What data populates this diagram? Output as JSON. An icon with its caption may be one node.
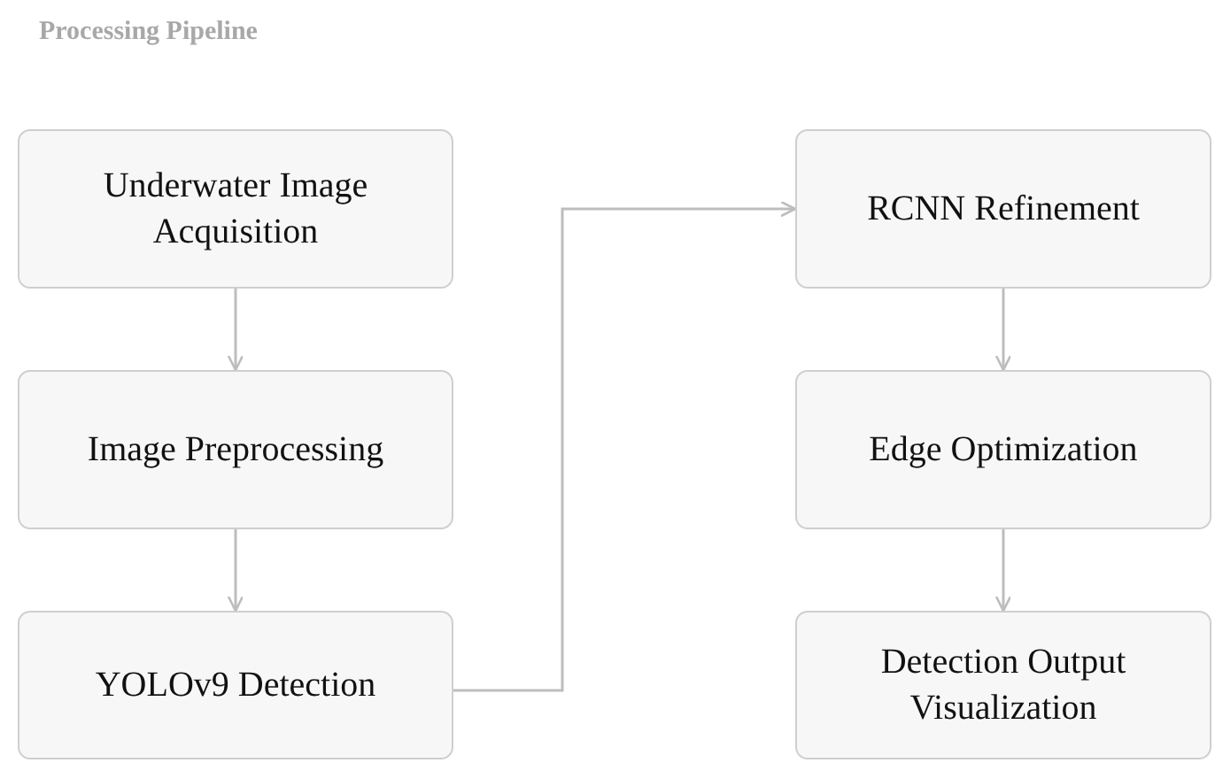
{
  "diagram": {
    "title": "Processing Pipeline",
    "nodes": [
      {
        "text": [
          "Underwater Image Acquisition"
        ]
      },
      {
        "text": [
          "Image Preprocessing"
        ]
      },
      {
        "text": [
          "YOLOv9 Detection"
        ]
      },
      {
        "text": [
          "RCNN Refinement"
        ]
      },
      {
        "text": [
          "Edge Optimization"
        ]
      },
      {
        "text": [
          "Detection Output Visualization"
        ]
      }
    ],
    "edges": [
      {
        "from": 0,
        "to": 1,
        "arrow": "to"
      },
      {
        "from": 1,
        "to": 2,
        "arrow": "to"
      },
      {
        "from": 2,
        "to": 3,
        "arrow": "to"
      },
      {
        "from": 3,
        "to": 4,
        "arrow": "to"
      },
      {
        "from": 4,
        "to": 5,
        "arrow": "to"
      }
    ]
  }
}
